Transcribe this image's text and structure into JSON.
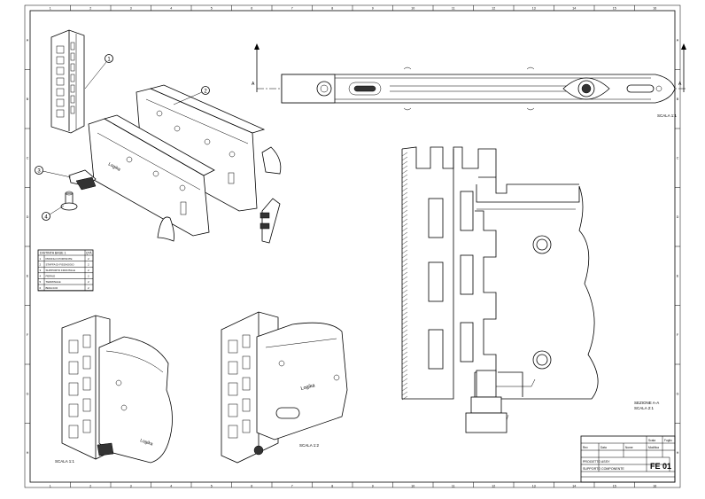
{
  "border": {
    "col_numbers": [
      "1",
      "2",
      "3",
      "4",
      "5",
      "6",
      "7",
      "8",
      "9",
      "10",
      "11",
      "12",
      "13",
      "14",
      "15",
      "16"
    ],
    "row_letters": [
      "A",
      "B",
      "C",
      "D",
      "E",
      "F",
      "G",
      "H"
    ]
  },
  "balloons": [
    "1",
    "2",
    "3",
    "4"
  ],
  "bom": {
    "header": [
      "DISTINTA BASE 1",
      "QTÀ"
    ],
    "rows": [
      [
        "1",
        "PROFILO PORTANTE",
        "2"
      ],
      [
        "2",
        "STAFFA DI FISSAGGIO",
        "2"
      ],
      [
        "3",
        "SUPPORTO FRONTALE",
        "2"
      ],
      [
        "4",
        "PERNO",
        "2"
      ],
      [
        "5",
        "TERMINALE",
        "2"
      ],
      [
        "6",
        "BRACCIO",
        "2"
      ]
    ]
  },
  "scale_labels": {
    "top_view": "SCALA 1:1",
    "iso_left": "SCALA 1:1",
    "iso_mid": "SCALA 1:2",
    "section": "SEZIONE A-A\nSCALA 2:1"
  },
  "section_marks": [
    "A",
    "A"
  ],
  "logo_text": "Logika",
  "title_block": {
    "sheet_code": "FE 01",
    "project": "PROGETTO ASSY",
    "desc": "SUPPORTO COMPONENTE",
    "cells": [
      "Rev",
      "Data",
      "Nome",
      "Modifica",
      "Scala",
      "Foglio"
    ]
  }
}
